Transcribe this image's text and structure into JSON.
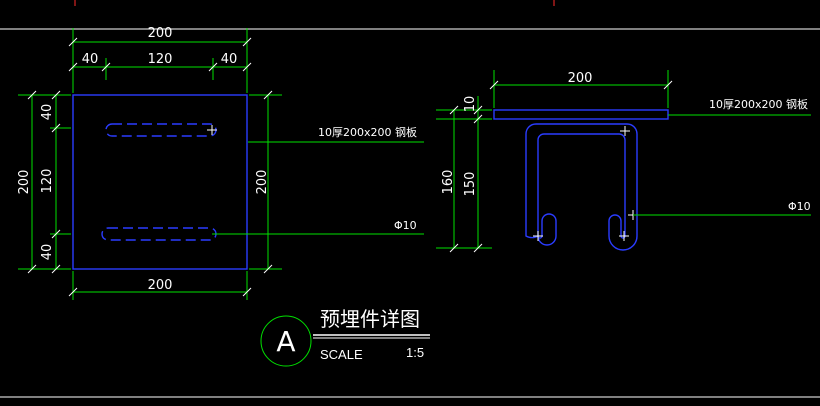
{
  "colors": {
    "background": "#000000",
    "dimension_lines": "#00e000",
    "steel_outline": "#2a3cff",
    "text": "#ffffff",
    "grid_marks": "#ff2a2a"
  },
  "plan_view": {
    "dim_top_total": "200",
    "dim_top_left": "40",
    "dim_top_mid": "120",
    "dim_top_right": "40",
    "dim_bottom_total": "200",
    "dim_left_total": "200",
    "dim_left_top": "40",
    "dim_left_mid": "120",
    "dim_left_bottom": "40",
    "dim_right_total": "200",
    "plate_label": "10厚200x200 钢板",
    "bar_label": "Φ10"
  },
  "section_view": {
    "dim_top_total": "200",
    "dim_plate_thickness": "10",
    "dim_height_total": "160",
    "dim_height_bar": "150",
    "plate_label": "10厚200x200 钢板",
    "bar_label": "Φ10"
  },
  "title_block": {
    "tag": "A",
    "title": "预埋件详图",
    "scale_label": "SCALE",
    "scale_value": "1:5"
  }
}
